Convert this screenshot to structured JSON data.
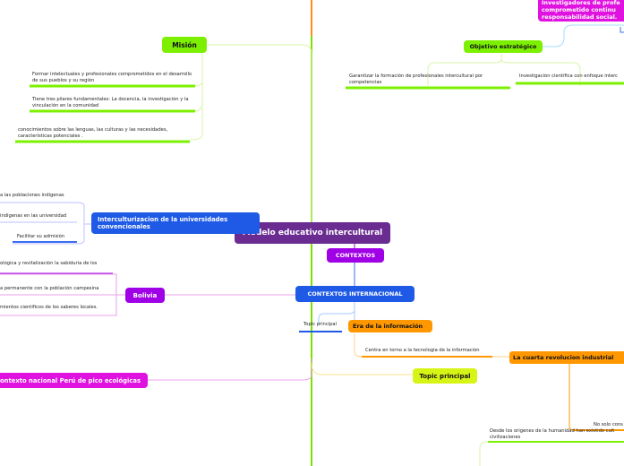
{
  "colors": {
    "central": "#6a2c91",
    "purple": "#a000e6",
    "blue": "#1e5ae6",
    "green": "#7cf000",
    "yellow": "#d6f516",
    "orange": "#ff9800",
    "magenta": "#e012e0",
    "violet": "#8a14e0",
    "trunk": "#7fe000",
    "trunk_orange": "#ff8c1a"
  },
  "nodes": {
    "central": "Modelo educativo intercultural",
    "contextos": "CONTEXTOS",
    "contextos_internacional": "CONTEXTOS INTERNACIONAL",
    "topic_principal_small": "Topic principal",
    "era_informacion": "Era de la información",
    "era_leaf": "Centra en torno a la tecnología  de la información",
    "cuarta_revolucion": "La cuarta revolucion industrial",
    "cuarta_leaf_1": "No solo cons",
    "cuarta_leaf_2": "Desde los orígenes de la humanidad han existido cult civilizaciones",
    "topic_principal": "Topic principal",
    "mision": "Misión",
    "mision_leaf_1": "Formar intelectuales y profesionales comprometidos en el desarrollo de sus pueblos y su región",
    "mision_leaf_2": "Tiene tres pilares fundamentales: La docencia, la investigación y la vinculación en la comunidad",
    "mision_leaf_3": "conocimientos sobre las lenguas, las culturas y las necesidades, características potenciales .",
    "investigadores": "Investigadores de profe comprometido continu responsabilidad social.",
    "objetivo_estrategico": "Objetivo estratégico",
    "objetivo_leaf_1": "Garantizar la formación de profesionales intercultural por competencias",
    "objetivo_leaf_2": "Investigación científica con enfoque interc",
    "interculturizacion": "Interculturizacion  de la universidades convencionales",
    "inter_leaf_1": "a las poblaciones indígenas",
    "inter_leaf_2": "indígenas en las universidad",
    "inter_leaf_3": "Facilitar su admisión",
    "bolivia": "Bolivia",
    "bolivia_leaf_1": "ológica y revitalización la sabiduría de los",
    "bolivia_leaf_2": "a permanente con la población campesina",
    "bolivia_leaf_3": "mientos científicos de los saberes locales.",
    "contexto_nacional": "ontexto nacional Perú de pico ecológicas"
  }
}
